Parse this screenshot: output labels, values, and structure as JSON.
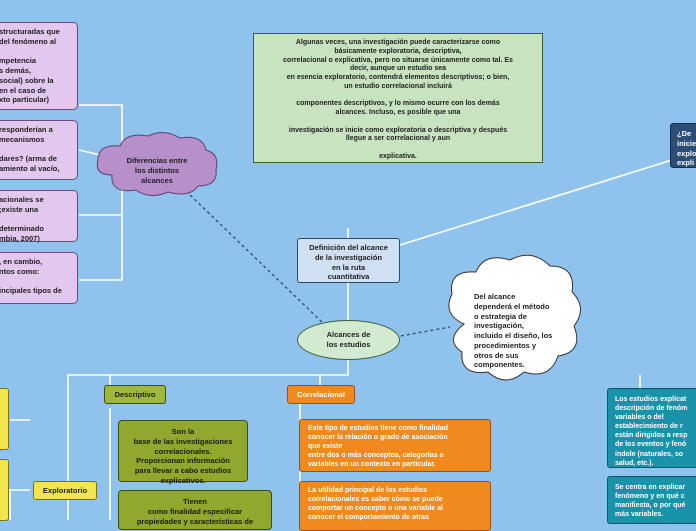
{
  "left_notes": [
    {
      "lines": [
        "structuradas que",
        "del fenómeno al",
        "",
        "mpetencia",
        "s demás,",
        "social) sobre la",
        "en el caso de",
        "xto particular)"
      ]
    },
    {
      "lines": [
        "responderían a",
        "mecanismos",
        "",
        "dares? (arma de",
        "amiento al vacío,"
      ]
    },
    {
      "lines": [
        "acionales se",
        ";existe una",
        "",
        "determinado",
        "mbia, 2007)"
      ]
    },
    {
      "lines": [
        ", en cambio,",
        "ntos como:",
        "",
        "incipales tipos de"
      ]
    }
  ],
  "cloud_left": {
    "label": "Diferencias entre\nlos distintos\nalcances"
  },
  "top_note": {
    "text": "Algunas veces, una investigación puede caracterizarse como\nbásicamente exploratoria, descriptiva,\ncorrelacional o explicativa, pero no situarse únicamente como tal. Es\ndecir, aunque un estudio sea\nen esencia exploratorio, contendrá elementos descriptivos; o bien,\nun estudio correlacional incluirá\n\ncomponentes descriptivos, y lo mismo ocurre con los demás\nalcances. Incluso, es posible que una\n\ninvestigación se inicie como exploratoria o descriptiva y después\nllegue a ser correlacional y aun\n\nexplicativa."
  },
  "definition": {
    "label": "Definición del alcance\nde la investigación\nen la ruta\ncuantitativa"
  },
  "right_top_note": {
    "text": "¿De\ninicie\nexplo\nexpli"
  },
  "central": {
    "label": "Alcances de\nlos estudios"
  },
  "cloud_right": {
    "text": "Del alcance\ndependerá el método\no estrategia de\ninvestigación,\nincluido el diseño, los\nprocedimientos y\notros de sus\ncomponentes."
  },
  "descriptivo": {
    "label": "Descriptivo",
    "notes": [
      "Son la\nbase de las investigaciones\ncorrelacionales.\nProporcionan información\npara llevar a cabo estudios\nexplicativos.",
      "Tienen\ncomo finalidad especificar\npropiedades y características de"
    ]
  },
  "exploratorio": {
    "label": "Exploratorio"
  },
  "correlacional": {
    "label": "Correlacional",
    "notes": [
      "Este tipo de estudios tiene como finalidad\nconocer la relación o grado de asociación\nque existe\nentre dos o más conceptos, categorías o\nvariables en un contexto en particular.",
      "La utilidad principal de los estudios\ncorrelacionales es saber cómo se puede\ncomportar un concepto o una variable al\nconocer el comportamiento de otras"
    ]
  },
  "explicativo_notes": [
    "Los estudios explicat\ndescripción de fenóm\nvariables o del\nestablecimiento de r\nestán dirigidos a resp\nde los eventos y fenó\níndole (naturales, so\nsalud, etc.).",
    "Se centra en explicar\nfenómeno y en qué c\nmanifiesta, o por qué\nmás variables."
  ],
  "colors": {
    "background": "#8fc3ee",
    "purple": "#c8a1d9",
    "olive": "#9cb93b",
    "orange": "#f08a1e",
    "teal": "#1a93aa",
    "yellow": "#f3e64c"
  }
}
